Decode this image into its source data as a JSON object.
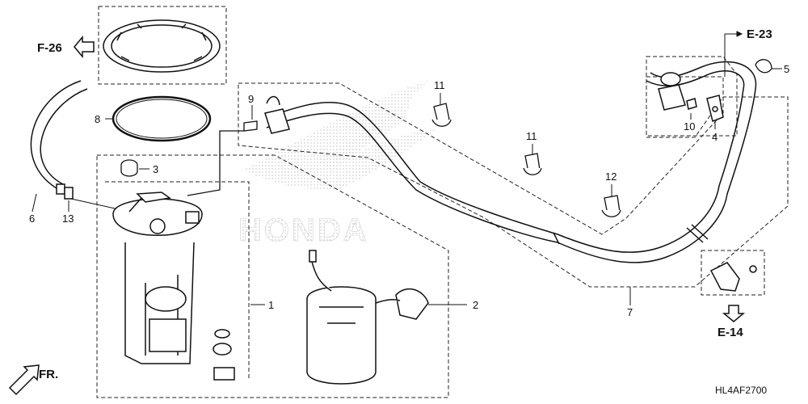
{
  "diagram": {
    "callouts": [
      "1",
      "2",
      "3",
      "4",
      "5",
      "6",
      "7",
      "8",
      "9",
      "10",
      "11",
      "11",
      "12",
      "13"
    ],
    "references": [
      "F-26",
      "E-23",
      "E-14"
    ],
    "front_marker": "FR.",
    "watermark": "HONDA",
    "part_code": "HL4AF2700"
  }
}
